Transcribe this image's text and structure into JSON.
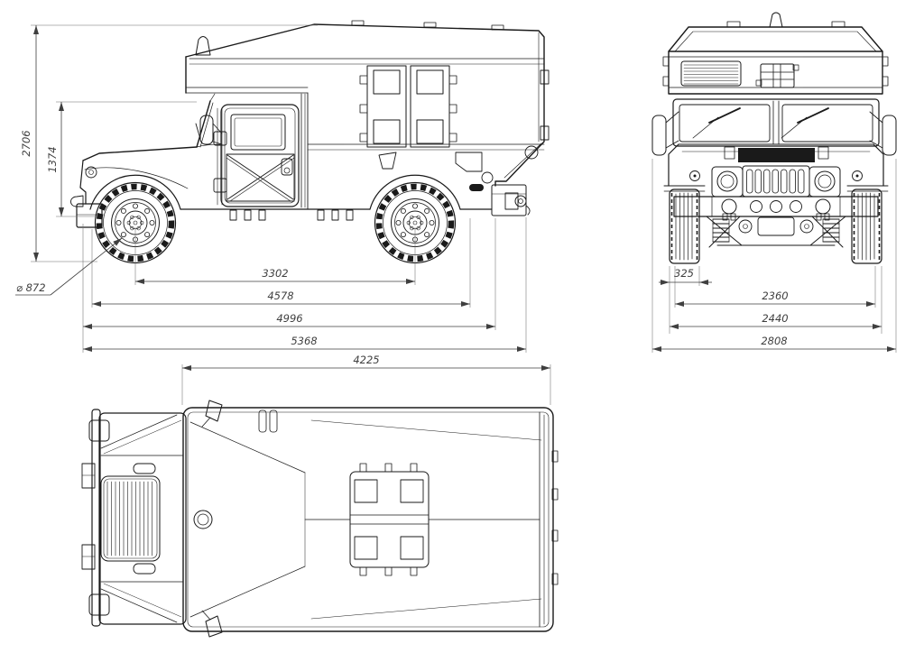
{
  "colors": {
    "line": "#1a1a1a",
    "dimension": "#3f3f3f",
    "background": "#ffffff"
  },
  "dimensions": {
    "side": {
      "overall_height": "2706",
      "cab_height": "1374",
      "wheel_diameter": "⌀ 872",
      "wheelbase": "3302",
      "body_length": "4578",
      "frame_length": "4996",
      "overall_length": "5368"
    },
    "front": {
      "tire_width": "325",
      "track_width": "2360",
      "body_width": "2440",
      "overall_width": "2808"
    },
    "top": {
      "shelter_length": "4225"
    }
  }
}
